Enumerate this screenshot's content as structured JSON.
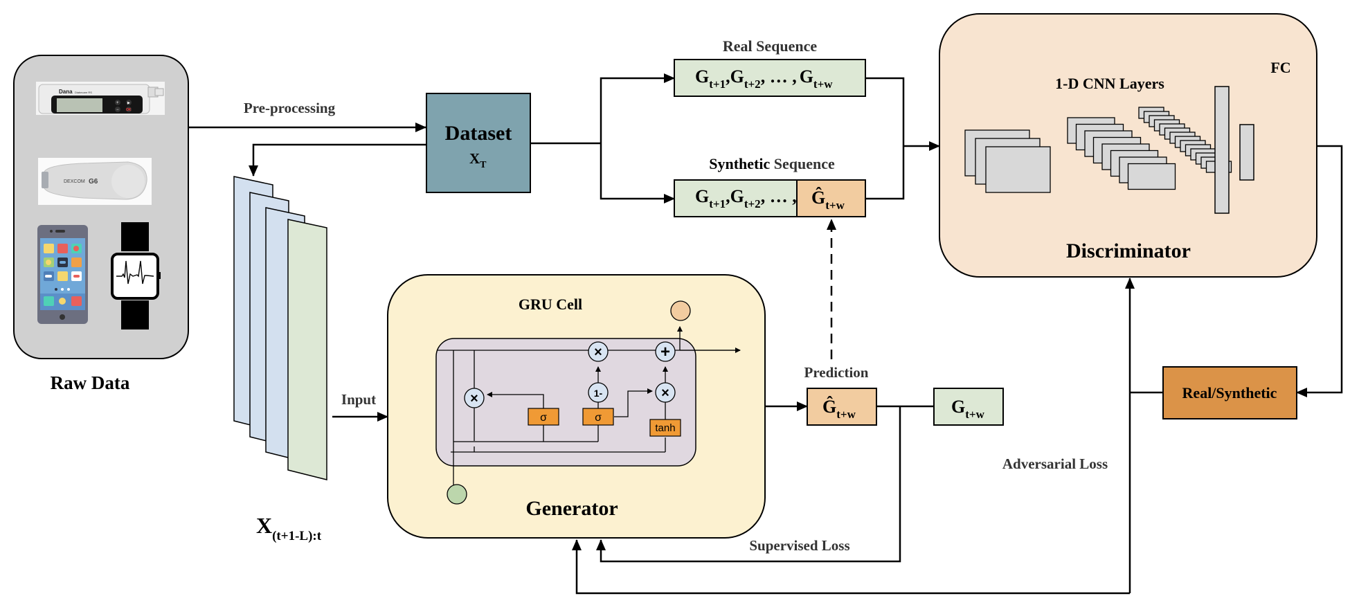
{
  "raw_data": {
    "label": "Raw Data",
    "devices": [
      {
        "name": "insulin-pump",
        "brand": "Dana",
        "model": "Diabecare RS",
        "buttons": [
          "+",
          "▶",
          "−",
          "OK"
        ]
      },
      {
        "name": "cgm-sensor",
        "brand": "DEXCOM",
        "model": "G6"
      },
      {
        "name": "smartphone"
      },
      {
        "name": "smartwatch"
      }
    ]
  },
  "edges": {
    "preprocessing": "Pre-processing",
    "input": "Input",
    "prediction": "Prediction",
    "supervised_loss": "Supervised Loss",
    "adversarial_loss": "Adversarial Loss"
  },
  "dataset": {
    "title": "Dataset",
    "var": "X",
    "sub": "T"
  },
  "input_window": {
    "var": "X",
    "sub": "(t+1-L):t"
  },
  "real_sequence": {
    "title": "Real Sequence",
    "terms": [
      {
        "var": "G",
        "sub": "t+1",
        "sep": ","
      },
      {
        "var": "G",
        "sub": "t+2",
        "sep": ", … ,"
      },
      {
        "var": "G",
        "sub": "t+w",
        "sep": ""
      }
    ]
  },
  "synthetic_sequence": {
    "title_bold": "Synthetic",
    "title_rest": " Sequence",
    "terms": [
      {
        "var": "G",
        "sub": "t+1",
        "sep": ","
      },
      {
        "var": "G",
        "sub": "t+2",
        "sep": ", … ,"
      }
    ],
    "predicted": {
      "var": "Ĝ",
      "sub": "t+w"
    }
  },
  "generator": {
    "title": "Generator",
    "cell_title": "GRU Cell",
    "ops": {
      "mult": "×",
      "plus": "+",
      "one_minus": "1-",
      "sigma": "σ",
      "tanh": "tanh"
    }
  },
  "prediction_box": {
    "var": "Ĝ",
    "sub": "t+w"
  },
  "ground_truth_box": {
    "var": "G",
    "sub": "t+w"
  },
  "discriminator": {
    "title": "Discriminator",
    "cnn_label": "1-D CNN Layers",
    "fc_label": "FC"
  },
  "output_box": {
    "label": "Real/Synthetic"
  },
  "colors": {
    "raw_panel": "#d0d0d0",
    "dataset": "#7fa3ae",
    "sequence_green": "#dde8d5",
    "prediction_orange": "#f2cca0",
    "generator_bg": "#fcf1d0",
    "gru_bg": "#e0d8e0",
    "gate_orange": "#f09a35",
    "op_circle": "#d8e4f2",
    "discriminator_bg": "#f8e4d0",
    "layer_gray": "#d8d8d8",
    "output_orange": "#db9348",
    "window_blue": "#d3e0ef",
    "window_green": "#dde8d5"
  }
}
